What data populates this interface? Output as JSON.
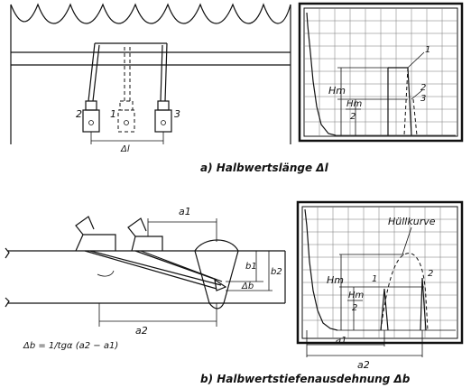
{
  "diagram_a": {
    "probe_labels": [
      "2",
      "1",
      "3"
    ],
    "delta_l": "Δl",
    "screen_labels": {
      "curve_1": "1",
      "curve_23": "2",
      "curve_23b": "3",
      "hm": "Hm",
      "hm_half_num": "Hm",
      "hm_half_den": "2"
    },
    "caption": "a) Halbwertslänge Δl"
  },
  "diagram_b": {
    "a1": "a1",
    "a2": "a2",
    "b1": "b1",
    "b2": "b2",
    "delta_b": "Δb",
    "formula": "Δb = 1/tgα (a2 − a1)",
    "screen_labels": {
      "envelope": "Hüllkurve",
      "hm": "Hm",
      "hm_half_num": "Hm",
      "hm_half_den": "2",
      "peak_1": "1",
      "peak_2": "2",
      "a1": "a1",
      "a2": "a2"
    },
    "caption": "b) Halbwertstiefenausdehnung Δb"
  }
}
